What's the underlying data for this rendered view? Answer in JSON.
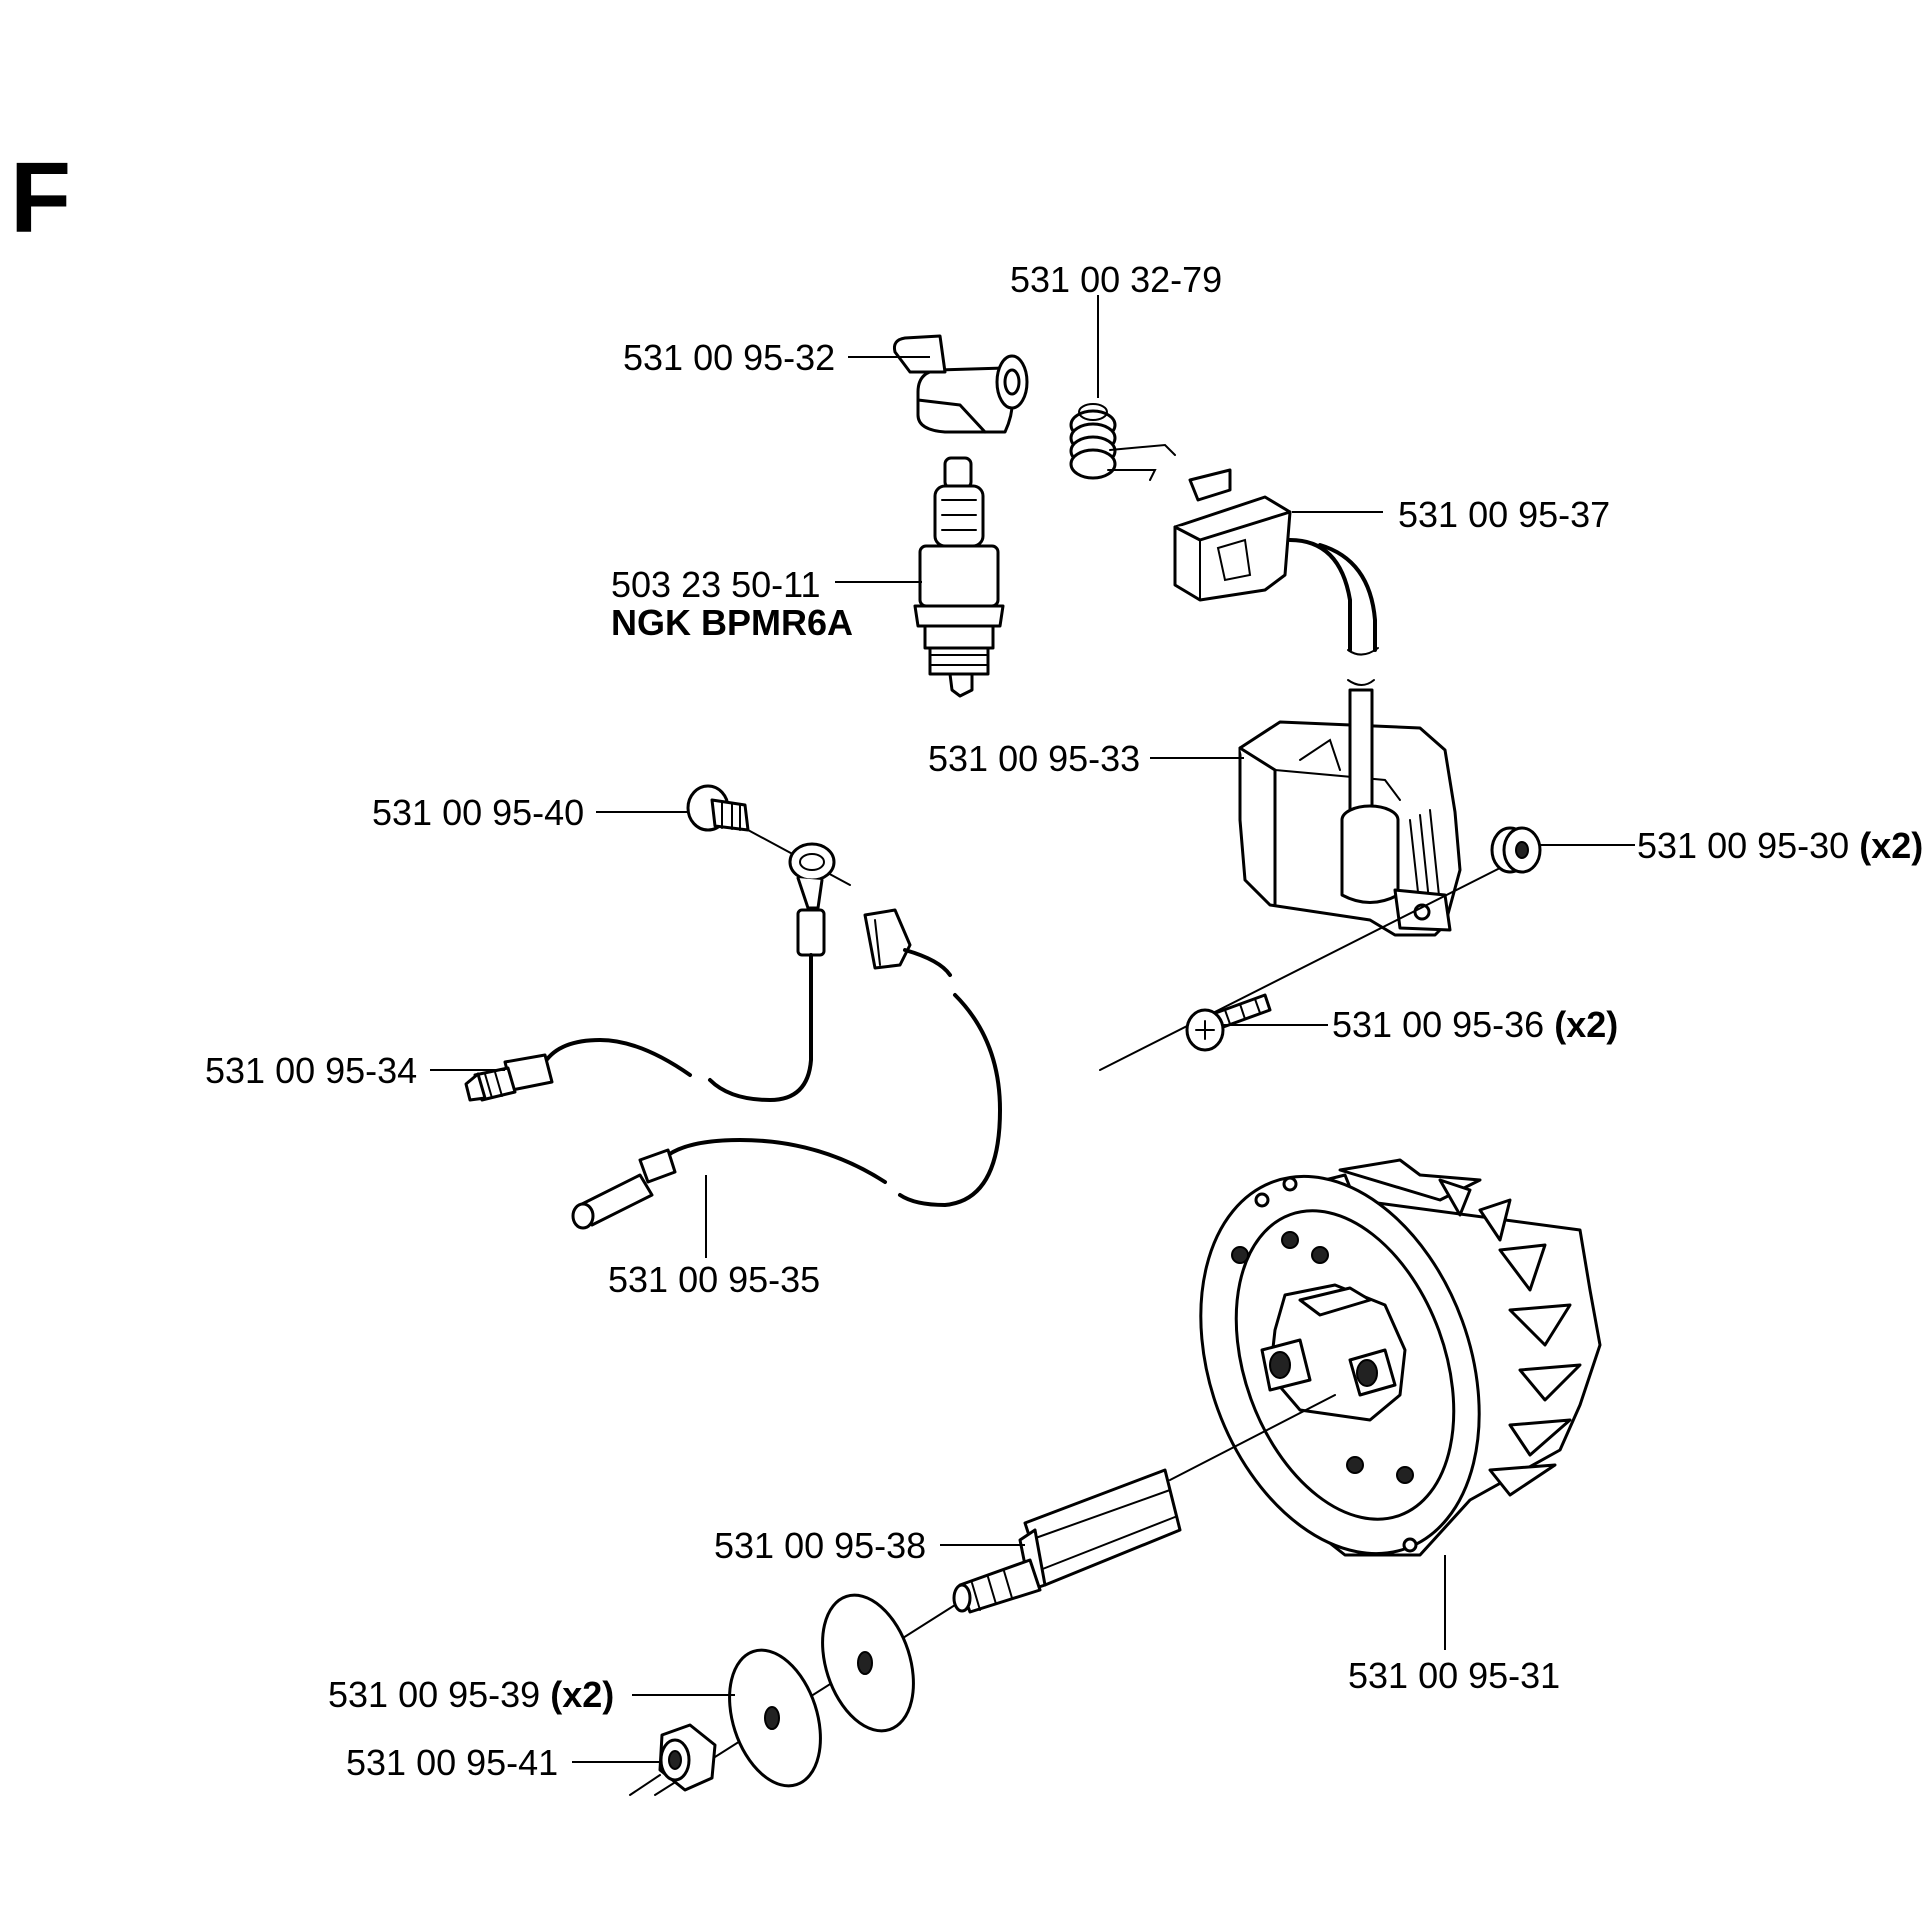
{
  "section_letter": "F",
  "parts": [
    {
      "id": "p1",
      "number": "531 00 32-79",
      "qty": ""
    },
    {
      "id": "p2",
      "number": "531 00 95-32",
      "qty": ""
    },
    {
      "id": "p3",
      "number": "531 00 95-37",
      "qty": ""
    },
    {
      "id": "p4",
      "number": "503 23 50-11",
      "qty": "",
      "note": "NGK BPMR6A"
    },
    {
      "id": "p5",
      "number": "531 00 95-33",
      "qty": ""
    },
    {
      "id": "p6",
      "number": "531 00 95-40",
      "qty": ""
    },
    {
      "id": "p7",
      "number": "531 00 95-30",
      "qty": "(x2)"
    },
    {
      "id": "p8",
      "number": "531 00 95-36",
      "qty": "(x2)"
    },
    {
      "id": "p9",
      "number": "531 00 95-34",
      "qty": ""
    },
    {
      "id": "p10",
      "number": "531 00 95-35",
      "qty": ""
    },
    {
      "id": "p11",
      "number": "531 00 95-38",
      "qty": ""
    },
    {
      "id": "p12",
      "number": "531 00 95-31",
      "qty": ""
    },
    {
      "id": "p13",
      "number": "531 00 95-39",
      "qty": "(x2)"
    },
    {
      "id": "p14",
      "number": "531 00 95-41",
      "qty": ""
    }
  ]
}
